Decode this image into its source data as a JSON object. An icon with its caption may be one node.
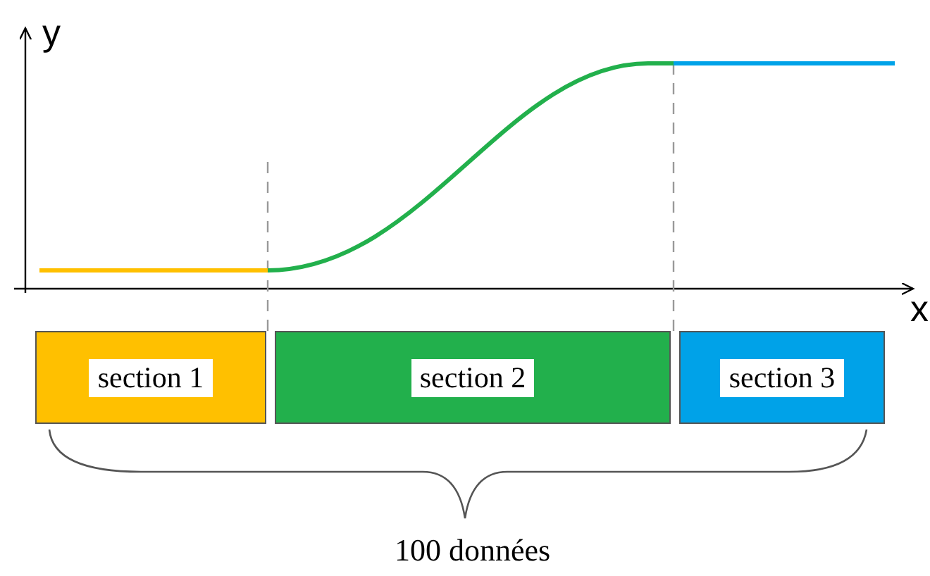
{
  "diagram": {
    "nodes": [
      {
        "text": [
          "section 1"
        ]
      },
      {
        "text": [
          "section 2"
        ]
      },
      {
        "text": [
          "section 3"
        ]
      }
    ],
    "labels": [
      "y",
      "x",
      "100 données"
    ]
  }
}
